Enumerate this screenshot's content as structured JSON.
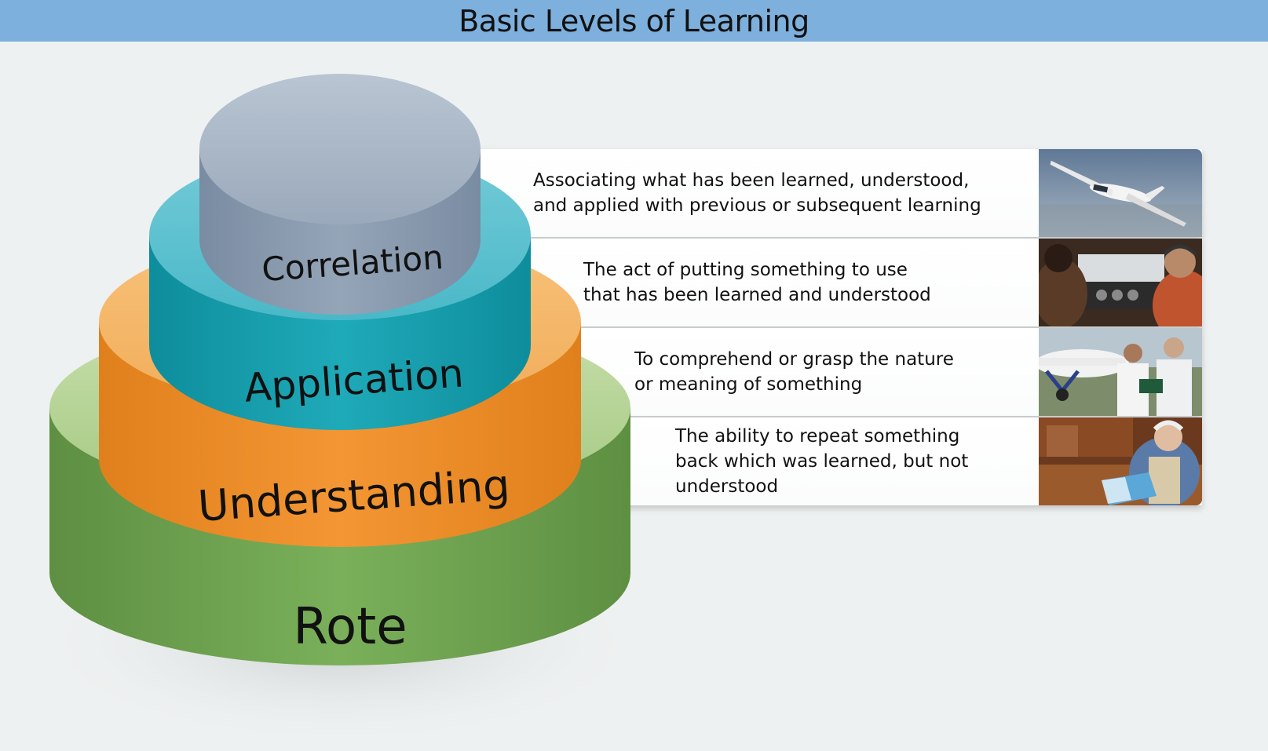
{
  "title": "Basic Levels of Learning",
  "levels": [
    {
      "name": "Correlation",
      "description": "Associating what has been learned, understood, and applied with previous or subsequent learning",
      "color": "#8e9fb4",
      "photo_icon": "airplane-in-flight-photo"
    },
    {
      "name": "Application",
      "description": "The act of putting something to use that has been learned and understood",
      "color": "#1aa3b3",
      "photo_icon": "cockpit-pilots-photo"
    },
    {
      "name": "Understanding",
      "description": "To comprehend or grasp the nature or meaning of something",
      "color": "#f0922a",
      "photo_icon": "instructor-student-airplane-photo"
    },
    {
      "name": "Rote",
      "description": "The ability to repeat something back which was learned, but not understood",
      "color": "#74a856",
      "photo_icon": "man-reading-book-photo"
    }
  ]
}
